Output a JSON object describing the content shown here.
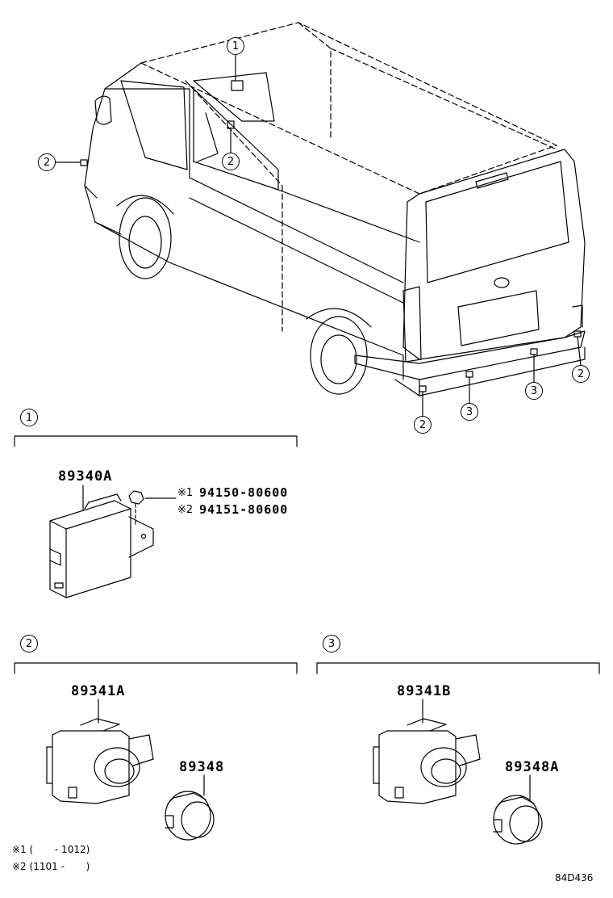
{
  "sections": [
    {
      "id": "1",
      "parts": [
        "89340A"
      ]
    },
    {
      "id": "2",
      "parts": [
        "89341A",
        "89348"
      ]
    },
    {
      "id": "3",
      "parts": [
        "89341B",
        "89348A"
      ]
    }
  ],
  "van_callouts": [
    "1",
    "2",
    "2",
    "2",
    "2",
    "3",
    "3"
  ],
  "fasteners": [
    {
      "mark": "※1",
      "part": "94150-80600"
    },
    {
      "mark": "※2",
      "part": "94151-80600"
    }
  ],
  "footnotes": [
    {
      "mark": "※1",
      "range": "(       - 1012)"
    },
    {
      "mark": "※2",
      "range": "(1101 -       )"
    }
  ],
  "drawing_code": "84D436",
  "colors": {
    "line": "#000000",
    "background": "#ffffff"
  }
}
